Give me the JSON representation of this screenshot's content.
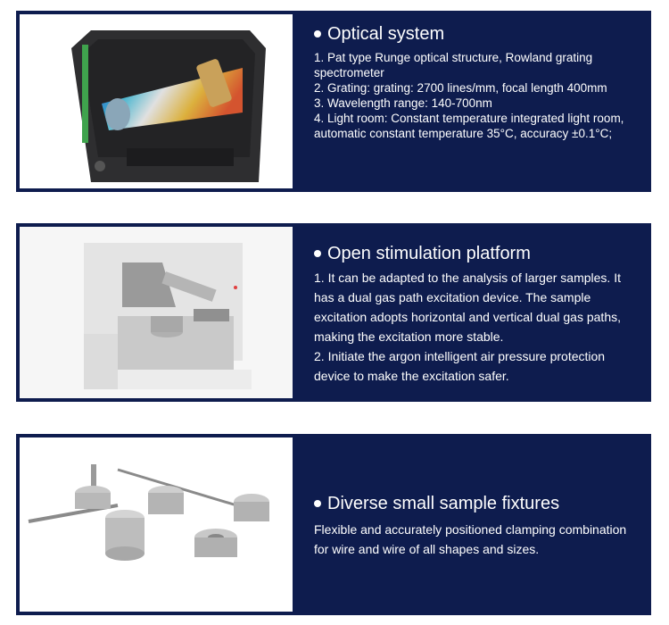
{
  "sections": [
    {
      "title": "Optical system",
      "lines": [
        "1. Pat type Runge optical structure, Rowland grating spectrometer",
        "2. Grating: grating: 2700 lines/mm, focal length 400mm",
        "3. Wavelength range: 140-700nm",
        "4. Light room: Constant temperature integrated light room, automatic constant temperature 35°C, accuracy ±0.1°C;"
      ]
    },
    {
      "title": "Open stimulation platform",
      "lines": [
        "1. It can be adapted to the analysis of larger samples. It has a dual gas path excitation device. The sample excitation adopts horizontal and vertical dual gas paths, making the excitation more stable.",
        "2. Initiate the argon intelligent air pressure protection device to make the excitation safer."
      ]
    },
    {
      "title": "Diverse small sample fixtures",
      "lines": [
        "Flexible and accurately positioned clamping combination for wire and wire of all shapes and sizes."
      ]
    }
  ],
  "colors": {
    "panel_bg": "#0e1c4e",
    "text": "#ffffff"
  }
}
